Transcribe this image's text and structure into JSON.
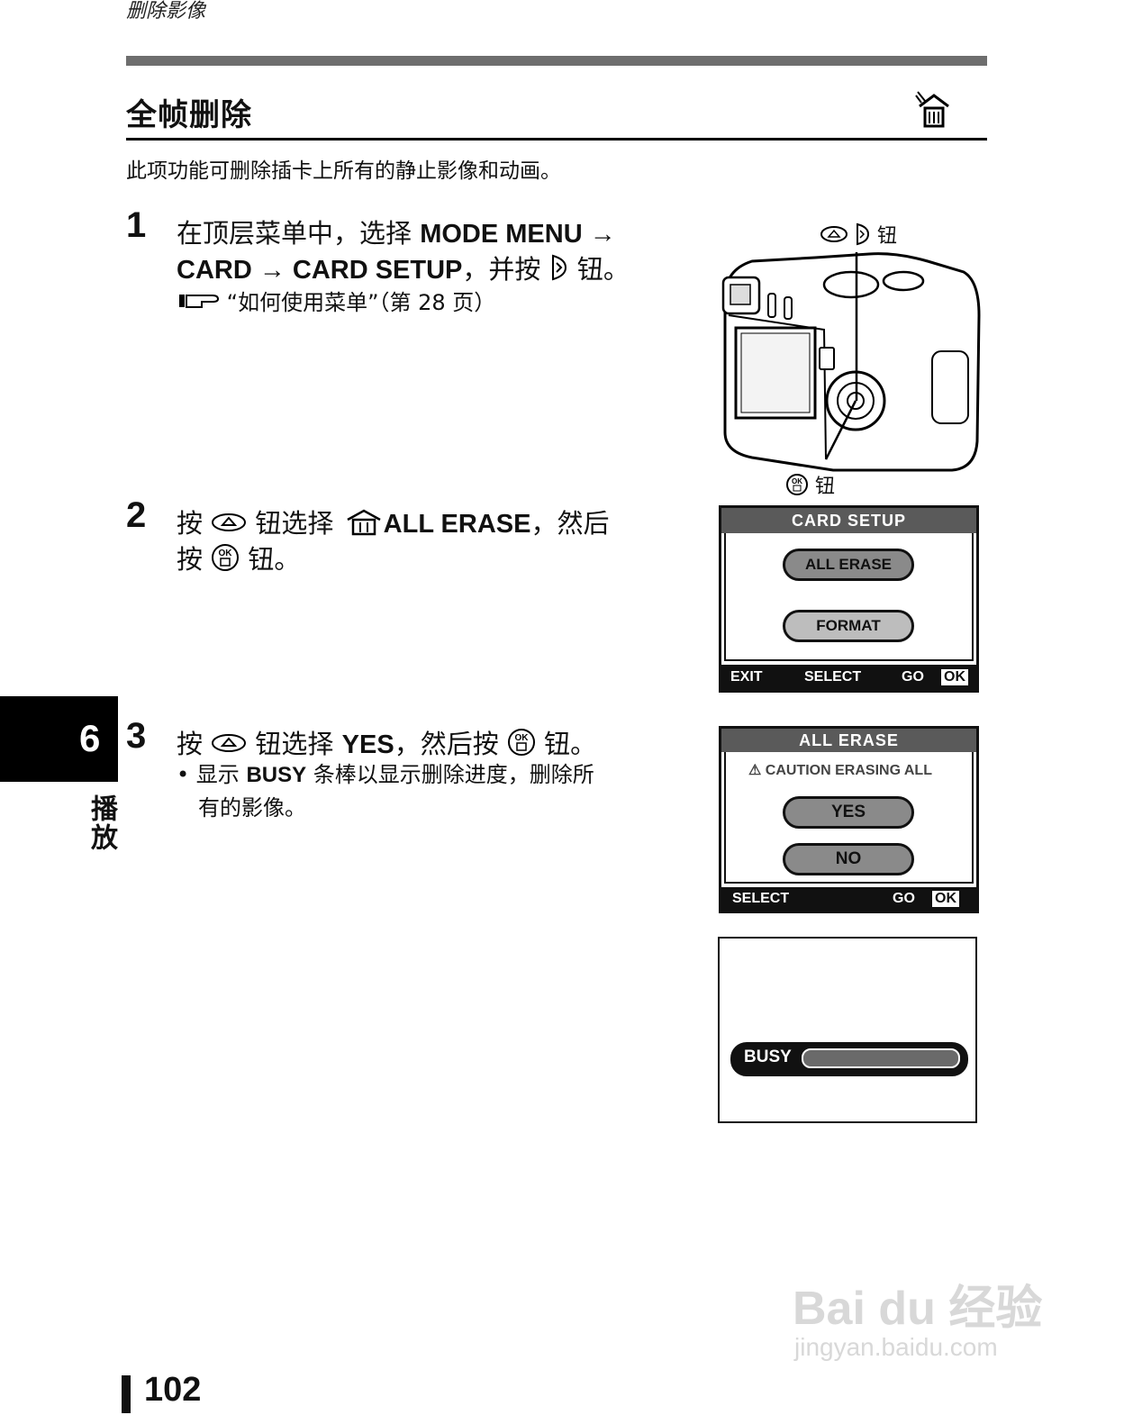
{
  "header": {
    "running_title": "删除影像",
    "section_title": "全帧删除"
  },
  "intro": "此项功能可删除插卡上所有的静止影像和动画。",
  "steps": [
    {
      "num": "1",
      "line1_a": "在顶层菜单中，选择 ",
      "line1_b": "MODE MENU →",
      "line2_a": "CARD → CARD SETUP",
      "line2_b": "，并按 ",
      "line2_c": " 钮。",
      "ref": "“如何使用菜单”（第 28 页）"
    },
    {
      "num": "2",
      "line1_a": "按 ",
      "line1_b": " 钮选择 ",
      "line1_c": "ALL ERASE",
      "line1_d": "，然后",
      "line2_a": "按 ",
      "line2_b": " 钮。"
    },
    {
      "num": "3",
      "line1_a": "按 ",
      "line1_b": " 钮选择 ",
      "line1_c": "YES",
      "line1_d": "，然后按 ",
      "line1_e": " 钮。",
      "bullet_a": "显示 ",
      "bullet_b": "BUSY",
      "bullet_c": " 条棒以显示删除进度，删除所",
      "bullet_d": "有的影像。"
    }
  ],
  "camera_callouts": {
    "top": "钮",
    "bottom": "钮"
  },
  "screen_card_setup": {
    "title": "CARD SETUP",
    "options": [
      "ALL ERASE",
      "FORMAT"
    ],
    "selected": "ALL ERASE",
    "footer": {
      "exit": "EXIT",
      "select": "SELECT",
      "go": "GO",
      "ok": "OK"
    }
  },
  "screen_all_erase": {
    "title": "ALL ERASE",
    "caution": "CAUTION  ERASING ALL",
    "options": [
      "YES",
      "NO"
    ],
    "footer": {
      "select": "SELECT",
      "go": "GO",
      "ok": "OK"
    }
  },
  "screen_busy": {
    "label": "BUSY"
  },
  "chapter": {
    "number": "6",
    "name": "播放"
  },
  "page_number": "102",
  "watermark": {
    "logo": "Bai du 经验",
    "url": "jingyan.baidu.com"
  }
}
